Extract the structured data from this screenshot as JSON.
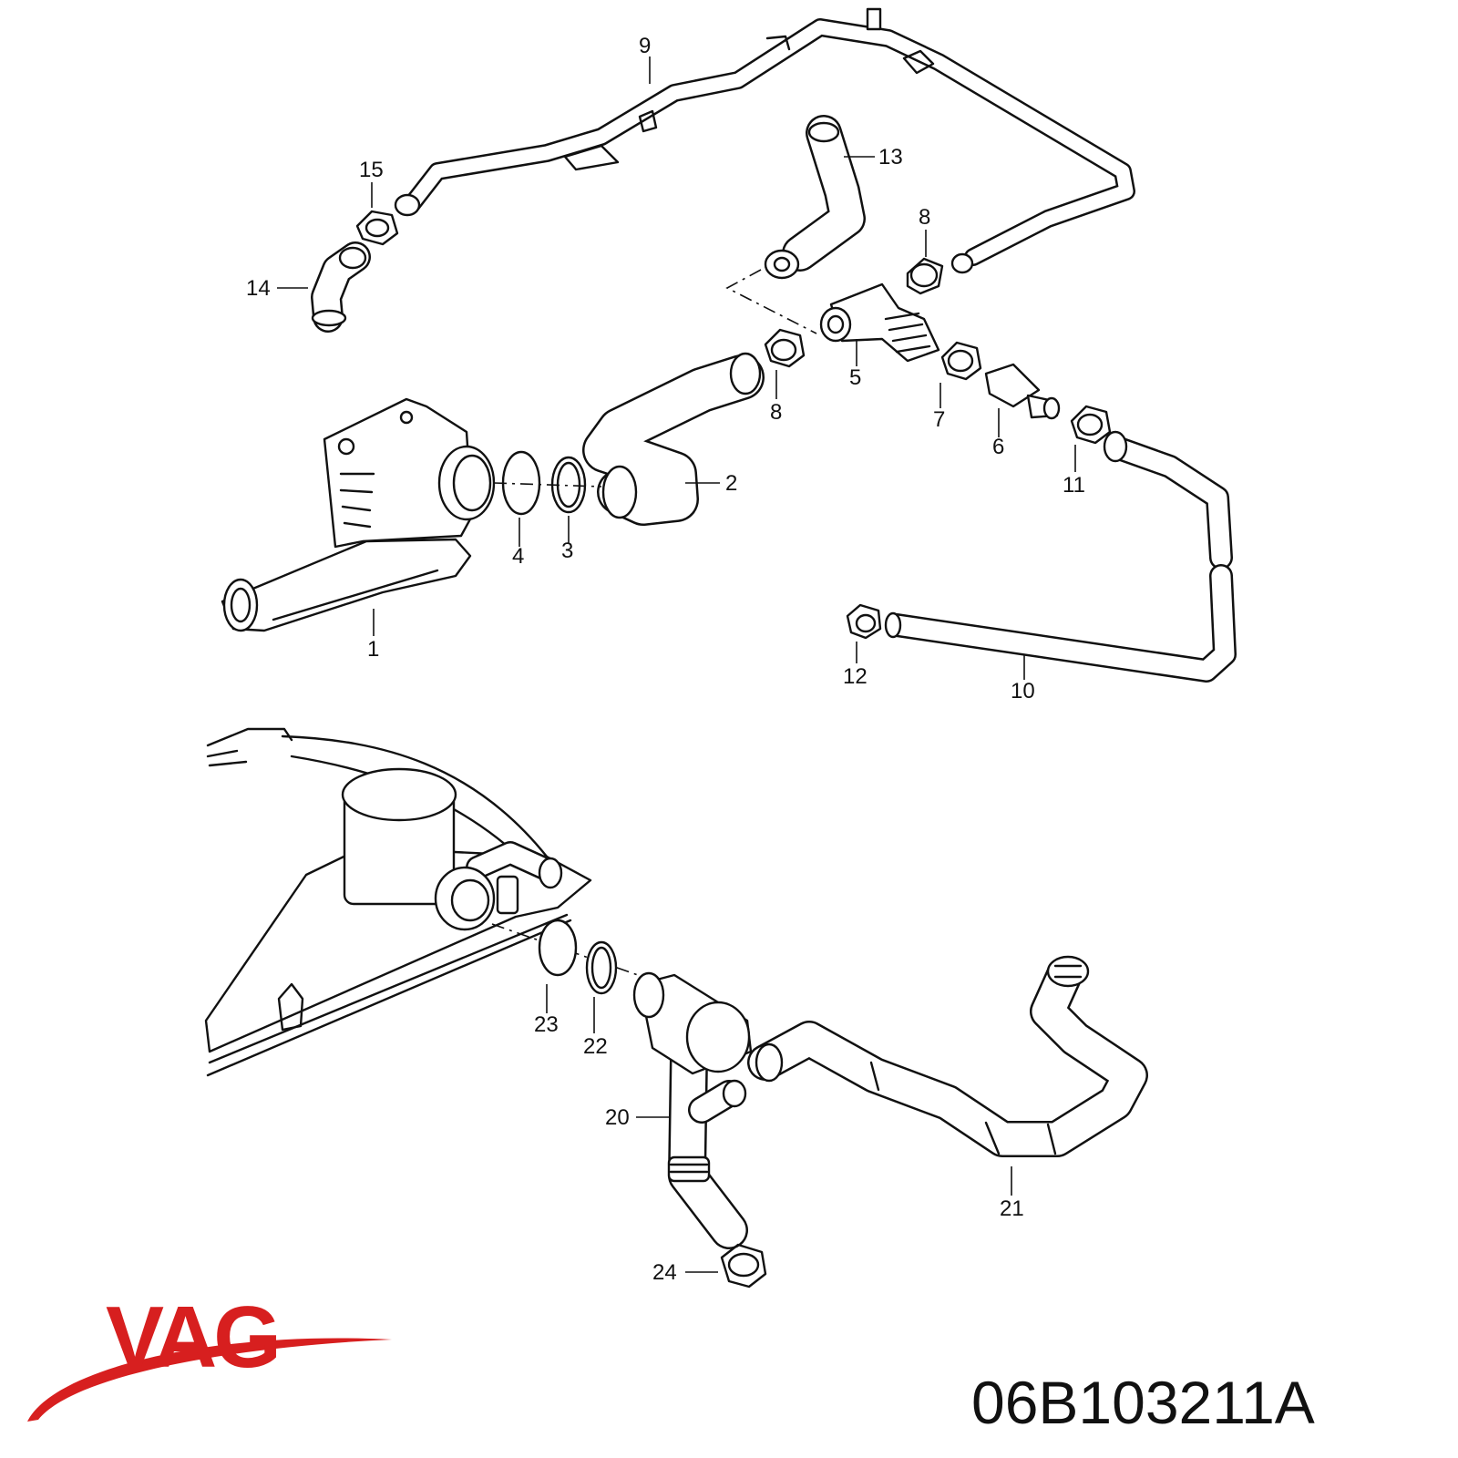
{
  "labels": {
    "l1": "1",
    "l2": "2",
    "l3": "3",
    "l4": "4",
    "l5": "5",
    "l6": "6",
    "l7": "7",
    "l8a": "8",
    "l8b": "8",
    "l9": "9",
    "l10": "10",
    "l11": "11",
    "l12": "12",
    "l13": "13",
    "l14": "14",
    "l15": "15",
    "l20": "20",
    "l21": "21",
    "l22": "22",
    "l23": "23",
    "l24": "24"
  },
  "brand": {
    "logo_text": "VAG",
    "logo_color": "#d71f1f",
    "part_number": "06B103211A"
  }
}
